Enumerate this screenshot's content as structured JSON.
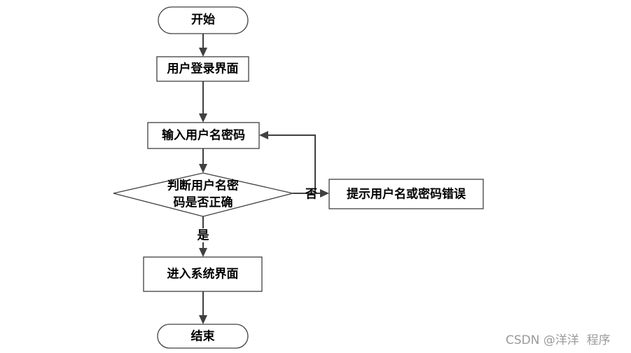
{
  "nodes": {
    "start": "开始",
    "login_page": "用户登录界面",
    "input_credentials": "输入用户名密码",
    "check_line1": "判断用户名密",
    "check_line2": "码是否正确",
    "error_prompt": "提示用户名或密码错误",
    "enter_system": "进入系统界面",
    "end": "结束"
  },
  "edges": {
    "no_label": "否",
    "yes_label": "是"
  },
  "watermark": "CSDN @洋洋  程序"
}
